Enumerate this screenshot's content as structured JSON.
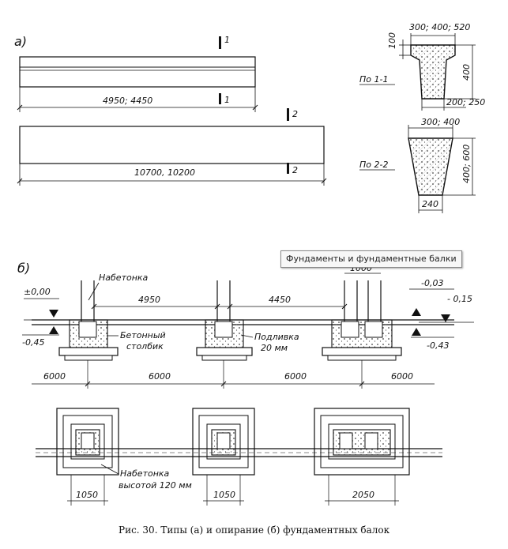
{
  "panel_a": {
    "label": "а)",
    "beam1_length": "4950; 4450",
    "beam2_length": "10700, 10200",
    "section_mark_1": "1",
    "section_mark_2": "2",
    "section_1": {
      "title": "По 1-1",
      "top_width": "300; 400; 520",
      "flange": "100",
      "height": "400",
      "bottom_width": "200; 250"
    },
    "section_2": {
      "title": "По 2-2",
      "top_width": "300; 400",
      "height": "400; 600",
      "bottom_width": "240"
    }
  },
  "panel_b": {
    "label": "б)",
    "top_label": "Набетонка",
    "elev_0": "±0,00",
    "elev_m045": "-0,45",
    "elev_m003": "-0,03",
    "elev_m015": "- 0,15",
    "elev_m043": "-0,43",
    "concrete_post": [
      "Бетонный",
      "столбик"
    ],
    "grout": [
      "Подливка",
      "20 мм"
    ],
    "span_left": "4950",
    "span_right": "4450",
    "col_width_top": "1000",
    "spacing": [
      "6000",
      "6000",
      "6000",
      "6000"
    ],
    "plan_label": [
      "Набетонка",
      "высотой 120 мм"
    ],
    "plan_dims": [
      "1050",
      "1050",
      "2050"
    ]
  },
  "tooltip": "Фундаменты и фундаментные балки",
  "caption": "Рис. 30. Типы (а) и опирание (б) фундаментных балок"
}
